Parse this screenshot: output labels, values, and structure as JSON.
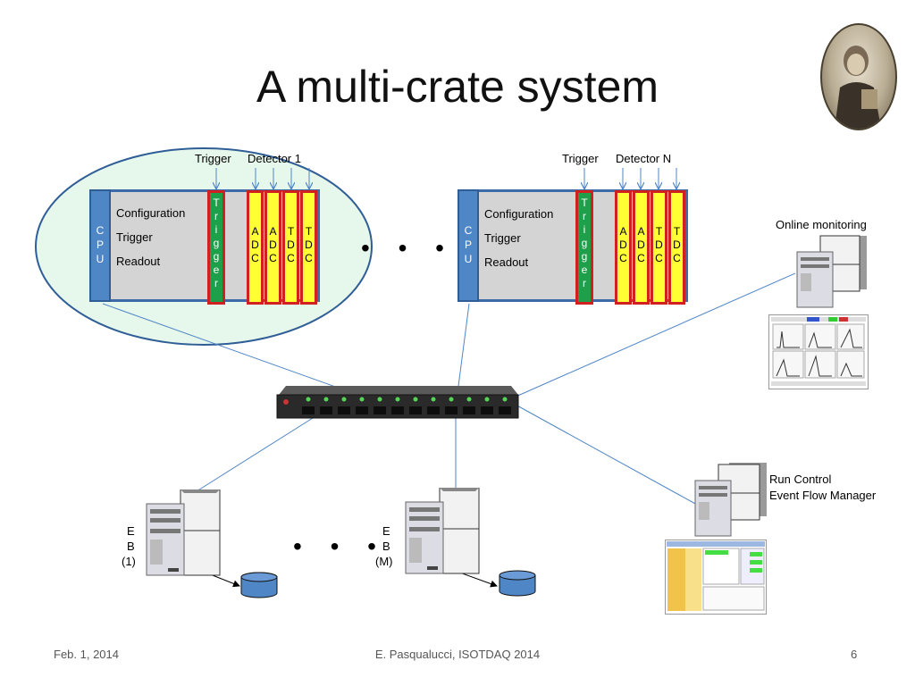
{
  "title": "A multi-crate system",
  "crate_left": {
    "top_labels": {
      "trigger": "Trigger",
      "detector": "Detector 1"
    },
    "cpu": "C\nP\nU",
    "signals": [
      "Configuration",
      "Trigger",
      "Readout"
    ],
    "trigger_module": "T\nr\ni\ng\ng\ne\nr",
    "modules": [
      "A\nD\nC",
      "A\nD\nC",
      "T\nD\nC",
      "T\nD\nC"
    ]
  },
  "crate_right": {
    "top_labels": {
      "trigger": "Trigger",
      "detector": "Detector N"
    },
    "cpu": "C\nP\nU",
    "signals": [
      "Configuration",
      "Trigger",
      "Readout"
    ],
    "trigger_module": "T\nr\ni\ng\ng\ne\nr",
    "modules": [
      "A\nD\nC",
      "A\nD\nC",
      "T\nD\nC",
      "T\nD\nC"
    ]
  },
  "ellipsis": "• • •",
  "online_monitoring": "Online monitoring",
  "run_control": {
    "line1": "Run Control",
    "line2": "Event Flow Manager"
  },
  "eb1": {
    "e": "E",
    "b": "B",
    "n": "(1)"
  },
  "ebm": {
    "e": "E",
    "b": "B",
    "n": "(M)"
  },
  "footer": {
    "date": "Feb. 1, 2014",
    "author": "E. Pasqualucci, ISOTDAQ 2014",
    "page": "6"
  },
  "colors": {
    "crate_border": "#3d6aa8",
    "cpu": "#4f86c6",
    "trigger": "#1e9f4a",
    "module": "#ffff33",
    "module_border": "#d02020",
    "ellipse": "#e6f8ec",
    "line": "#4f86c6"
  }
}
